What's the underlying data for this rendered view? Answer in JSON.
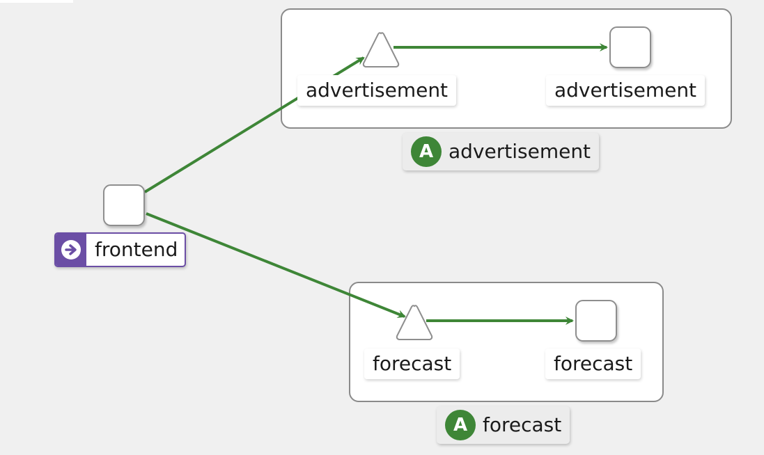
{
  "diagram": {
    "entry": {
      "label": "frontend",
      "icon": "arrow-right-circle-icon",
      "accent": "#6b4ea5"
    },
    "apps": [
      {
        "badge": "A",
        "name": "advertisement",
        "nodes": [
          {
            "shape": "triangle",
            "label": "advertisement"
          },
          {
            "shape": "square",
            "label": "advertisement"
          }
        ]
      },
      {
        "badge": "A",
        "name": "forecast",
        "nodes": [
          {
            "shape": "triangle",
            "label": "forecast"
          },
          {
            "shape": "square",
            "label": "forecast"
          }
        ]
      }
    ],
    "colors": {
      "edge": "#3e8637",
      "badge": "#3e8637",
      "background": "#f0f0f0"
    }
  }
}
